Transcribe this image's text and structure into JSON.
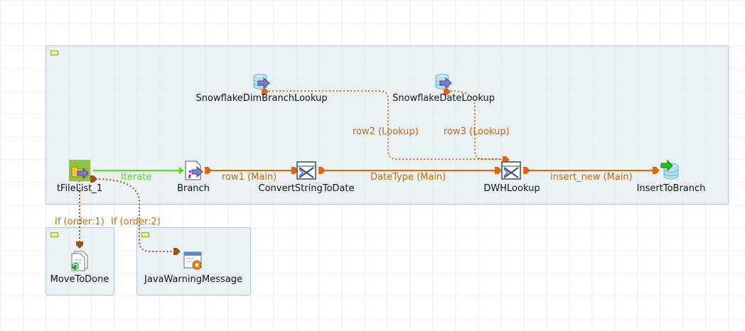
{
  "components": {
    "tfilelist": "tFileList_1",
    "branch": "Branch",
    "convert": "ConvertStringToDate",
    "dwhlookup": "DWHLookup",
    "insert": "InsertToBranch",
    "dimbranch": "SnowflakeDimBranchLookup",
    "datelookup": "SnowflakeDateLookup",
    "movetodone": "MoveToDone",
    "javawarning": "JavaWarningMessage"
  },
  "links": {
    "iterate": "Iterate",
    "row1": "row1 (Main)",
    "datetype": "DateType (Main)",
    "insert_new": "insert_new (Main)",
    "row2": "row2 (Lookup)",
    "row3": "row3 (Lookup)",
    "if1": "If (order:1)",
    "if2": "If (order:2)"
  },
  "colors": {
    "main": "#e0660f",
    "iterate": "#55dd22",
    "lookup": "#d5731a",
    "trigger": "#99521b",
    "link_label": "#c06a10",
    "subjob_fill": "#e6eef2",
    "subjob_border": "#b7c3cc"
  },
  "icons": {
    "tfilelist": "folder-icon",
    "branch": "java-row-icon",
    "convert": "tmap-icon",
    "dwhlookup": "tmap-icon",
    "insert": "database-output-icon",
    "dimbranch": "database-input-icon",
    "datelookup": "database-input-icon",
    "movetodone": "file-copy-icon",
    "javawarning": "java-window-icon"
  }
}
